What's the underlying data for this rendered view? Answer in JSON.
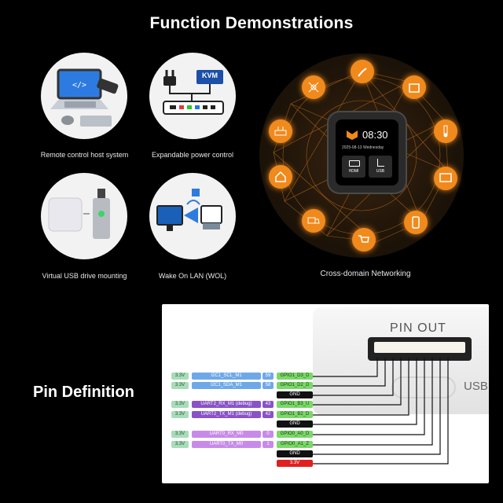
{
  "title": "Function Demonstrations",
  "features": [
    {
      "label": "Remote control host system",
      "icon": "laptop-remote-icon"
    },
    {
      "label": "Expandable power control",
      "icon": "power-kvm-icon"
    },
    {
      "label": "Virtual USB drive mounting",
      "icon": "usb-drive-icon"
    },
    {
      "label": "Wake On LAN (WOL)",
      "icon": "wake-on-lan-icon"
    }
  ],
  "kvm_label": "KVM",
  "network": {
    "label": "Cross-domain Networking",
    "device": {
      "time": "08:30",
      "date": "2025-08-13  Wednesday",
      "btn1": "HDMI",
      "btn2": "USB"
    },
    "nodes": [
      "robot-arm-icon",
      "box-icon",
      "thermometer-icon",
      "monitor-icon",
      "phone-icon",
      "cart-icon",
      "truck-icon",
      "home-icon",
      "router-icon",
      "drone-icon"
    ]
  },
  "pin_section": {
    "title": "Pin Definition",
    "pin_out": "PIN OUT",
    "usb": "USB",
    "pins": [
      {
        "v": "3.3V",
        "func": "I2C1_SCL_M1",
        "num": "59",
        "gpio": "GPIO1_D3_D",
        "color": "#6fa8e8"
      },
      {
        "v": "3.3V",
        "func": "I2C1_SDA_M1",
        "num": "58",
        "gpio": "GPIO1_D2_D",
        "color": "#6fa8e8"
      },
      {
        "v": "",
        "func": "",
        "num": "",
        "gpio": "GND",
        "color": ""
      },
      {
        "v": "3.3V",
        "func": "UART2_RX_M1 (debug)",
        "num": "43",
        "gpio": "GPIO1_B3_U",
        "color": "#8a52c8"
      },
      {
        "v": "3.3V",
        "func": "UART2_TX_M1 (debug)",
        "num": "42",
        "gpio": "GPIO1_B2_D",
        "color": "#8a52c8"
      },
      {
        "v": "",
        "func": "",
        "num": "",
        "gpio": "GND",
        "color": ""
      },
      {
        "v": "3.3V",
        "func": "UART0_RX_M0",
        "num": "0",
        "gpio": "GPIO0_A0_D",
        "color": "#c88ae8"
      },
      {
        "v": "3.3V",
        "func": "UART0_TX_M0",
        "num": "1",
        "gpio": "GPIO0_A1_Z",
        "color": "#c88ae8"
      },
      {
        "v": "",
        "func": "",
        "num": "",
        "gpio": "GND",
        "color": ""
      },
      {
        "v": "",
        "func": "",
        "num": "",
        "gpio": "3.3V",
        "color": "#e02020"
      }
    ]
  },
  "colors": {
    "accent": "#f08a1c",
    "gpio": "#7bd86a",
    "vtag": "#a8dcb8",
    "gnd": "#111111",
    "power": "#e02020"
  }
}
